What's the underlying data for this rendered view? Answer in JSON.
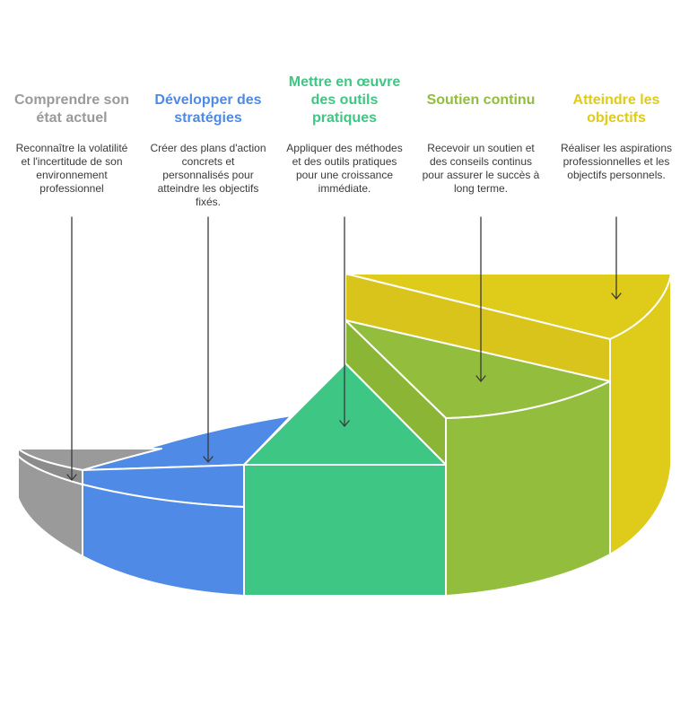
{
  "steps": [
    {
      "title": "Comprendre son état actuel",
      "description": "Reconnaître la volatilité et l'incertitude de son environnement professionnel",
      "color": "#9a9a9a"
    },
    {
      "title": "Développer des stratégies",
      "description": "Créer des plans d'action concrets et personnalisés pour atteindre les objectifs fixés.",
      "color": "#4f8ae6"
    },
    {
      "title": "Mettre en œuvre des outils pratiques",
      "description": "Appliquer des méthodes et des outils pratiques pour une croissance immédiate.",
      "color": "#3ec784"
    },
    {
      "title": "Soutien continu",
      "description": "Recevoir un soutien et des conseils continus pour assurer le succès à long terme.",
      "color": "#93bd3c"
    },
    {
      "title": "Atteindre les objectifs",
      "description": "Réaliser les aspirations professionnelles et les objectifs personnels.",
      "color": "#dfcb1a"
    }
  ]
}
